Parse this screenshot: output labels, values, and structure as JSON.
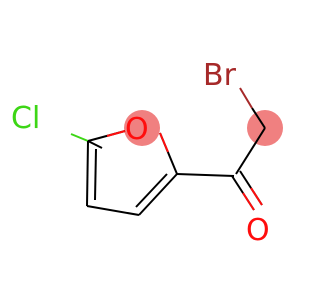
{
  "molecule": {
    "atoms": {
      "chlorine": {
        "label": "Cl",
        "color": "#3dd616"
      },
      "ring_oxygen": {
        "label": "O",
        "color": "#ff0d0d"
      },
      "carbonyl_oxygen": {
        "label": "O",
        "color": "#ff0d0d"
      },
      "bromine": {
        "label": "Br",
        "color": "#a62929"
      }
    },
    "highlight_color": "#f08080",
    "bond_color": "#000000"
  }
}
